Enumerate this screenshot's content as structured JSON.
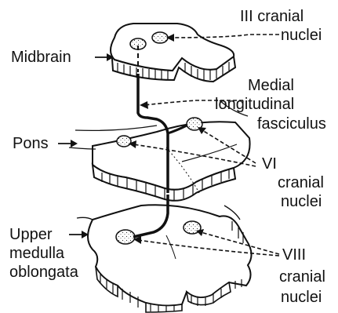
{
  "labels": {
    "midbrain": "Midbrain",
    "pons": "Pons",
    "upper_medulla_1": "Upper",
    "upper_medulla_2": "medulla",
    "upper_medulla_3": "oblongata",
    "cn3_1": "III cranial",
    "cn3_2": "nuclei",
    "mlf_1": "Medial",
    "mlf_2": "longitudinal",
    "mlf_3": "fasciculus",
    "cn6_1": "VI",
    "cn6_2": "cranial",
    "cn6_3": "nuclei",
    "cn8_1": "VIII",
    "cn8_2": "cranial",
    "cn8_3": "nuclei"
  },
  "colors": {
    "ink": "#111111",
    "background": "#ffffff"
  }
}
